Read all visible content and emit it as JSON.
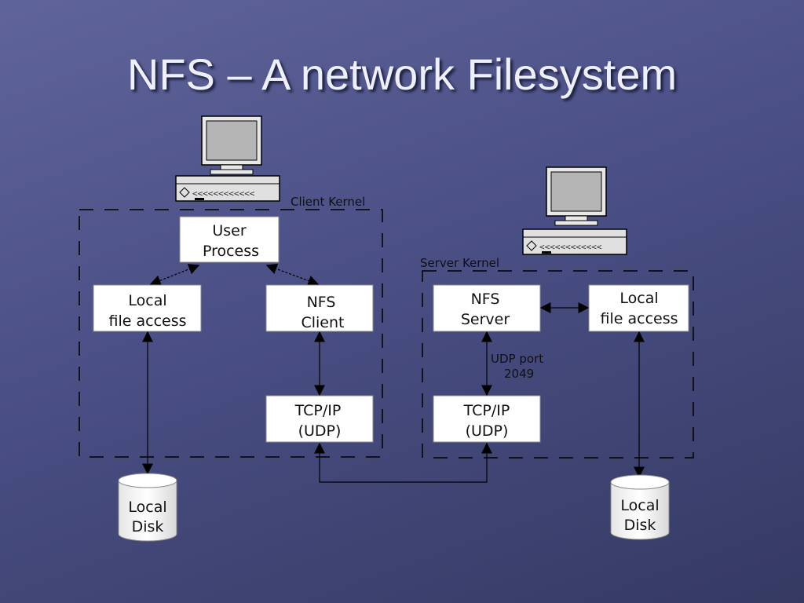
{
  "title": "NFS – A network Filesystem",
  "regions": {
    "client": "Client Kernel",
    "server": "Server Kernel"
  },
  "boxes": {
    "user_process": [
      "User",
      "Process"
    ],
    "local_client": [
      "Local",
      "file access"
    ],
    "nfs_client": [
      "NFS",
      "Client"
    ],
    "tcp_client": [
      "TCP/IP",
      "(UDP)"
    ],
    "nfs_server": [
      "NFS",
      "Server"
    ],
    "local_server": [
      "Local",
      "file access"
    ],
    "tcp_server": [
      "TCP/IP",
      "(UDP)"
    ]
  },
  "disks": {
    "client": [
      "Local",
      "Disk"
    ],
    "server": [
      "Local",
      "Disk"
    ]
  },
  "udp_port": [
    "UDP port",
    "2049"
  ],
  "colors": {
    "background": "#4d5288",
    "box": "#ffffff",
    "line": "#000000"
  },
  "icons": {
    "client_machine": "desktop-computer-icon",
    "server_machine": "desktop-computer-icon"
  }
}
